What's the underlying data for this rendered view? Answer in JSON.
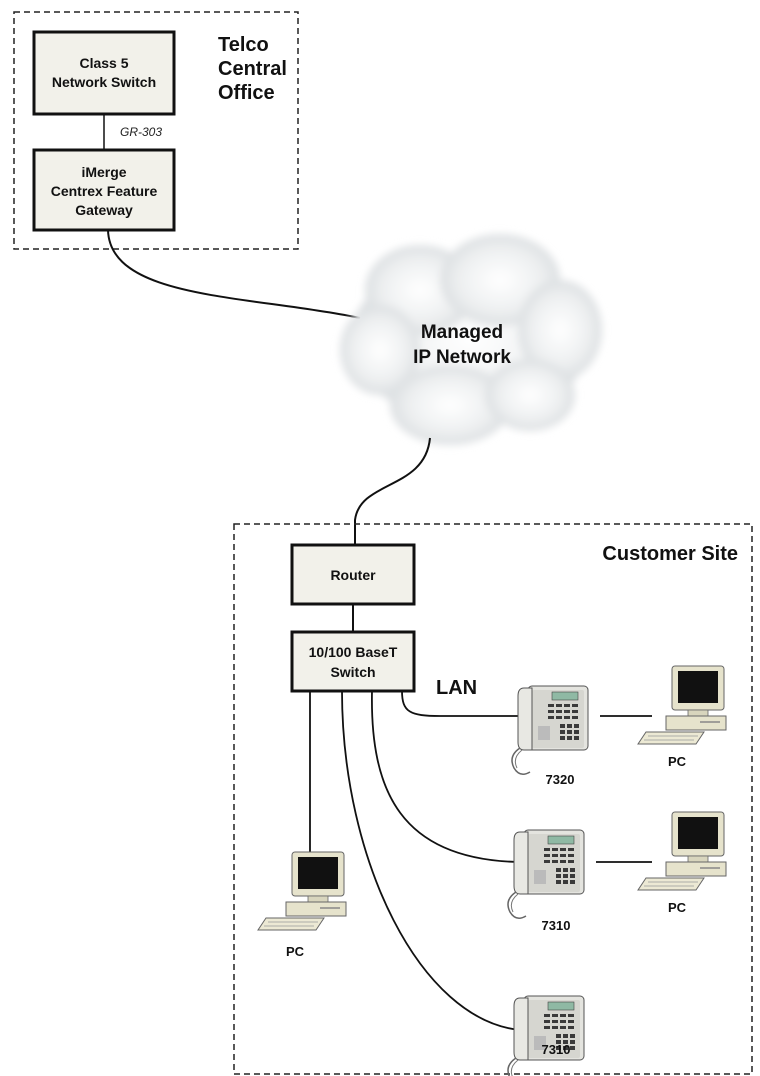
{
  "central_office": {
    "title_line1": "Telco",
    "title_line2": "Central",
    "title_line3": "Office",
    "switch_line1": "Class 5",
    "switch_line2": "Network Switch",
    "link_label": "GR-303",
    "gateway_line1": "iMerge",
    "gateway_line2": "Centrex Feature",
    "gateway_line3": "Gateway"
  },
  "network": {
    "line1": "Managed",
    "line2": "IP Network"
  },
  "customer_site": {
    "title": "Customer Site",
    "router": "Router",
    "switch_line1": "10/100 BaseT",
    "switch_line2": "Switch",
    "lan": "LAN",
    "phone_a": "7320",
    "phone_b": "7310",
    "phone_c": "7310",
    "pc_a": "PC",
    "pc_b": "PC",
    "pc_c": "PC"
  }
}
